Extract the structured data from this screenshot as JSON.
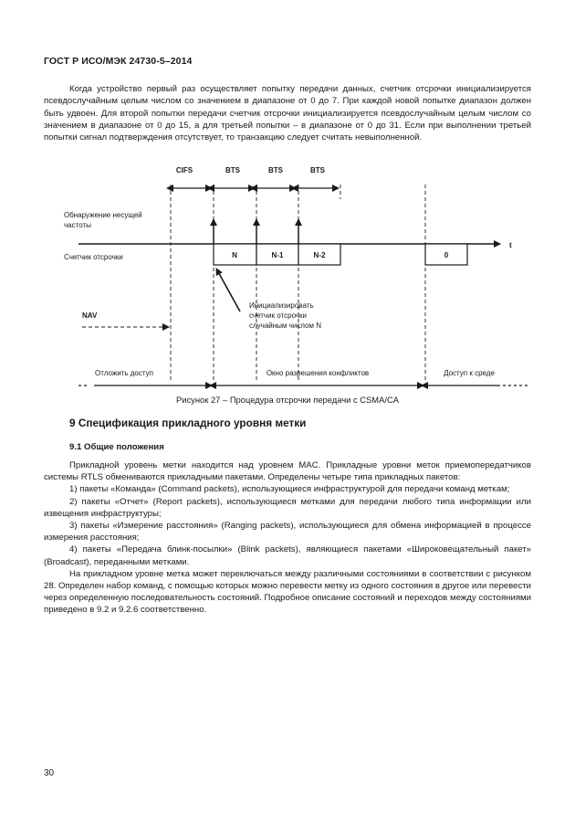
{
  "header": {
    "title": "ГОСТ Р ИСО/МЭК 24730-5–2014"
  },
  "intro_paragraph": "Когда устройство первый раз осуществляет попытку передачи данных, счетчик отсрочки инициализируется псевдослучайным целым числом со значением в диапазоне от 0 до 7. При каждой новой попытке диапазон должен быть удвоен. Для второй попытки передачи счетчик отсрочки инициализируется псевдослучайным целым числом со значением в диапазоне от 0 до 15, а для третьей попытки – в диапазоне от 0 до 31. Если при выполнении третьей попытки сигнал подтверждения отсутствует, то транзакцию следует считать невыполненной.",
  "figure": {
    "labels": {
      "cifs": "CIFS",
      "bts1": "BTS",
      "bts2": "BTS",
      "bts3": "BTS",
      "carrier_line1": "Обнаружение несущей",
      "carrier_line2": "частоты",
      "counter": "Счетчик отсрочки",
      "t_axis": "t",
      "box_n": "N",
      "box_n1": "N-1",
      "box_n2": "N-2",
      "box_0": "0",
      "init_line1": "Инициализировать",
      "init_line2": "счетчик отсрочки",
      "init_line3": "случайным числом N",
      "nav": "NAV",
      "defer": "Отложить доступ",
      "window": "Окно разрешения конфликтов",
      "access": "Доступ к среде"
    },
    "caption": "Рисунок 27 – Процедура отсрочки передачи с CSMA/CA"
  },
  "section": {
    "title": "9 Спецификация прикладного уровня метки",
    "subsection": "9.1 Общие положения"
  },
  "body": {
    "p1": "Прикладной уровень метки находится над уровнем MAC. Прикладные уровни меток приемопередатчиков системы RTLS обмениваются прикладными пакетами. Определены четыре типа прикладных пакетов:",
    "items": [
      "1) пакеты «Команда» (Command packets), использующиеся инфраструктурой для передачи команд меткам;",
      "2) пакеты «Отчет» (Report packets), использующиеся метками для передачи любого типа информации или извещения инфраструктуры;",
      "3) пакеты «Измерение расстояния» (Ranging packets), использующиеся для обмена информацией в процессе измерения расстояния;",
      "4) пакеты «Передача блинк-посылки» (Blink packets), являющиеся пакетами «Широковещательный пакет» (Broadcast), переданными метками."
    ],
    "p2": "На прикладном уровне метка может переключаться между различными состояниями в соответствии с рисунком 28. Определен набор команд, с помощью которых можно перевести метку из одного состояния в другое или перевести через определенную последовательность состояний. Подробное описание состояний и переходов между состояниями приведено в 9.2 и 9.2.6 соответственно."
  },
  "page_number": "30"
}
